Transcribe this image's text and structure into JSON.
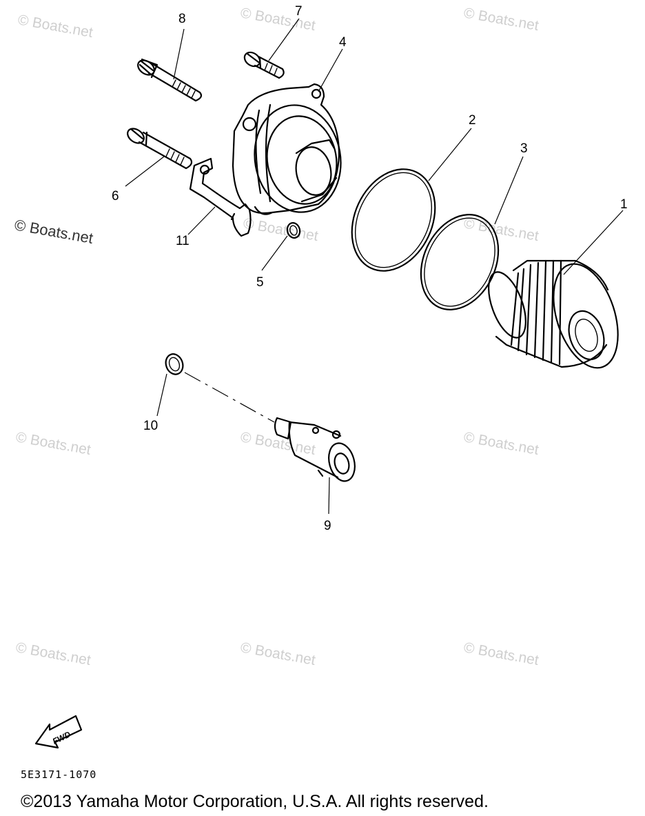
{
  "watermarks": {
    "text": "Boats.net",
    "symbol": "©",
    "prominent": "© Boats.net"
  },
  "callouts": {
    "c1": "1",
    "c2": "2",
    "c3": "3",
    "c4": "4",
    "c5": "5",
    "c6": "6",
    "c7": "7",
    "c8": "8",
    "c9": "9",
    "c10": "10",
    "c11": "11"
  },
  "fwd_arrow": {
    "label": "FWD"
  },
  "part_code": "5E3171-1070",
  "copyright": "©2013 Yamaha Motor Corporation, U.S.A. All rights reserved."
}
